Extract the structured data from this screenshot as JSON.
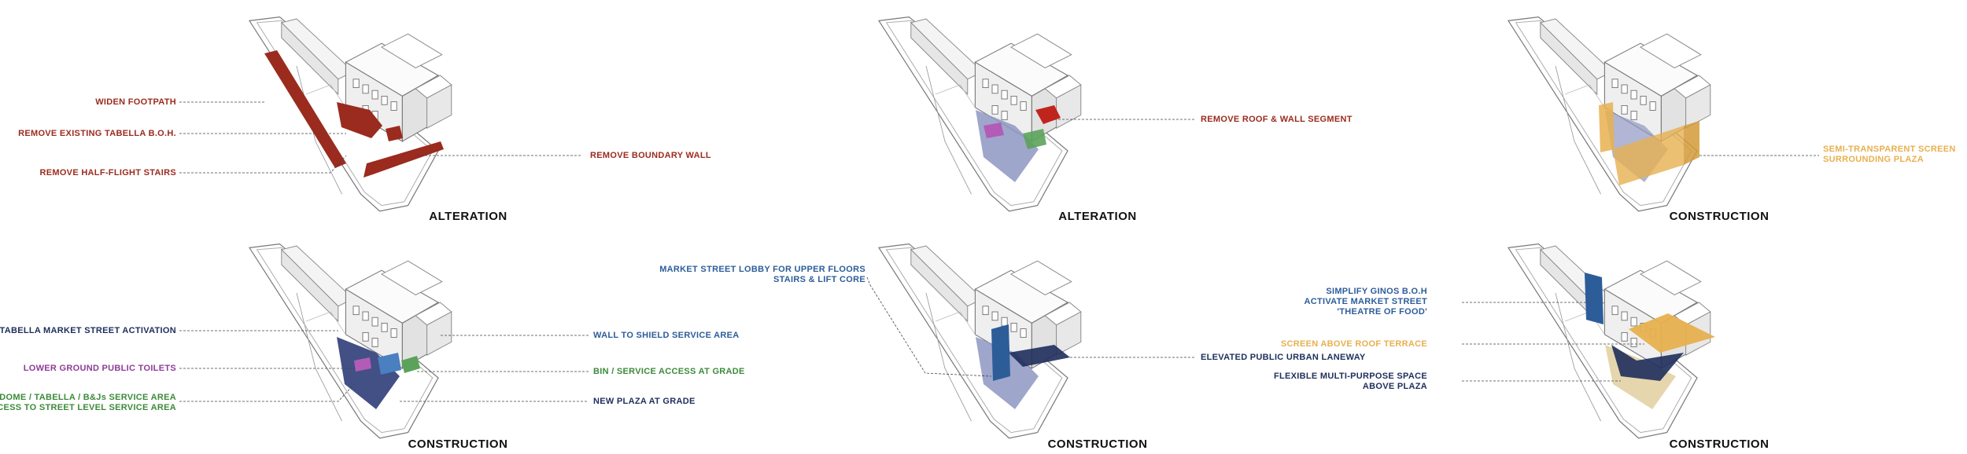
{
  "colors": {
    "red": "#9a2b1e",
    "navy": "#1e2e5c",
    "blue": "#2d5d99",
    "green": "#3c8a3a",
    "purple": "#8d3c97",
    "gold": "#e7b04f"
  },
  "panels": [
    {
      "caption": "ALTERATION",
      "labels": {
        "widen_footpath": "WIDEN FOOTPATH",
        "remove_tabella_boh": "REMOVE EXISTING TABELLA B.O.H.",
        "remove_stairs": "REMOVE HALF-FLIGHT STAIRS",
        "remove_boundary_wall": "REMOVE BOUNDARY WALL"
      }
    },
    {
      "caption": "ALTERATION",
      "labels": {
        "remove_roof_wall": "REMOVE ROOF & WALL SEGMENT"
      }
    },
    {
      "caption": "CONSTRUCTION",
      "labels": {
        "screen_line1": "SEMI-TRANSPARENT SCREEN",
        "screen_line2": "SURROUNDING PLAZA"
      }
    },
    {
      "caption": "CONSTRUCTION",
      "labels": {
        "market_activation": "TABELLA MARKET STREET ACTIVATION",
        "public_toilets": "LOWER GROUND PUBLIC TOILETS",
        "service_line1": "DOME / TABELLA / B&Js SERVICE AREA",
        "service_line2": "ACCESS TO STREET LEVEL SERVICE AREA",
        "wall_shield": "WALL TO SHIELD SERVICE AREA",
        "bin_access": "BIN / SERVICE ACCESS AT GRADE",
        "new_plaza": "NEW PLAZA AT GRADE"
      }
    },
    {
      "caption": "CONSTRUCTION",
      "labels": {
        "lobby_line1": "MARKET STREET LOBBY FOR UPPER FLOORS",
        "lobby_line2": "STAIRS & LIFT CORE",
        "laneway": "ELEVATED PUBLIC URBAN LANEWAY"
      }
    },
    {
      "caption": "CONSTRUCTION",
      "labels": {
        "ginos_line1": "SIMPLIFY GINOS B.O.H",
        "ginos_line2": "ACTIVATE MARKET STREET",
        "ginos_line3": "'THEATRE OF FOOD'",
        "roof_screen": "SCREEN ABOVE ROOF TERRACE",
        "flex_line1": "FLEXIBLE MULTI-PURPOSE SPACE",
        "flex_line2": "ABOVE PLAZA"
      }
    }
  ]
}
